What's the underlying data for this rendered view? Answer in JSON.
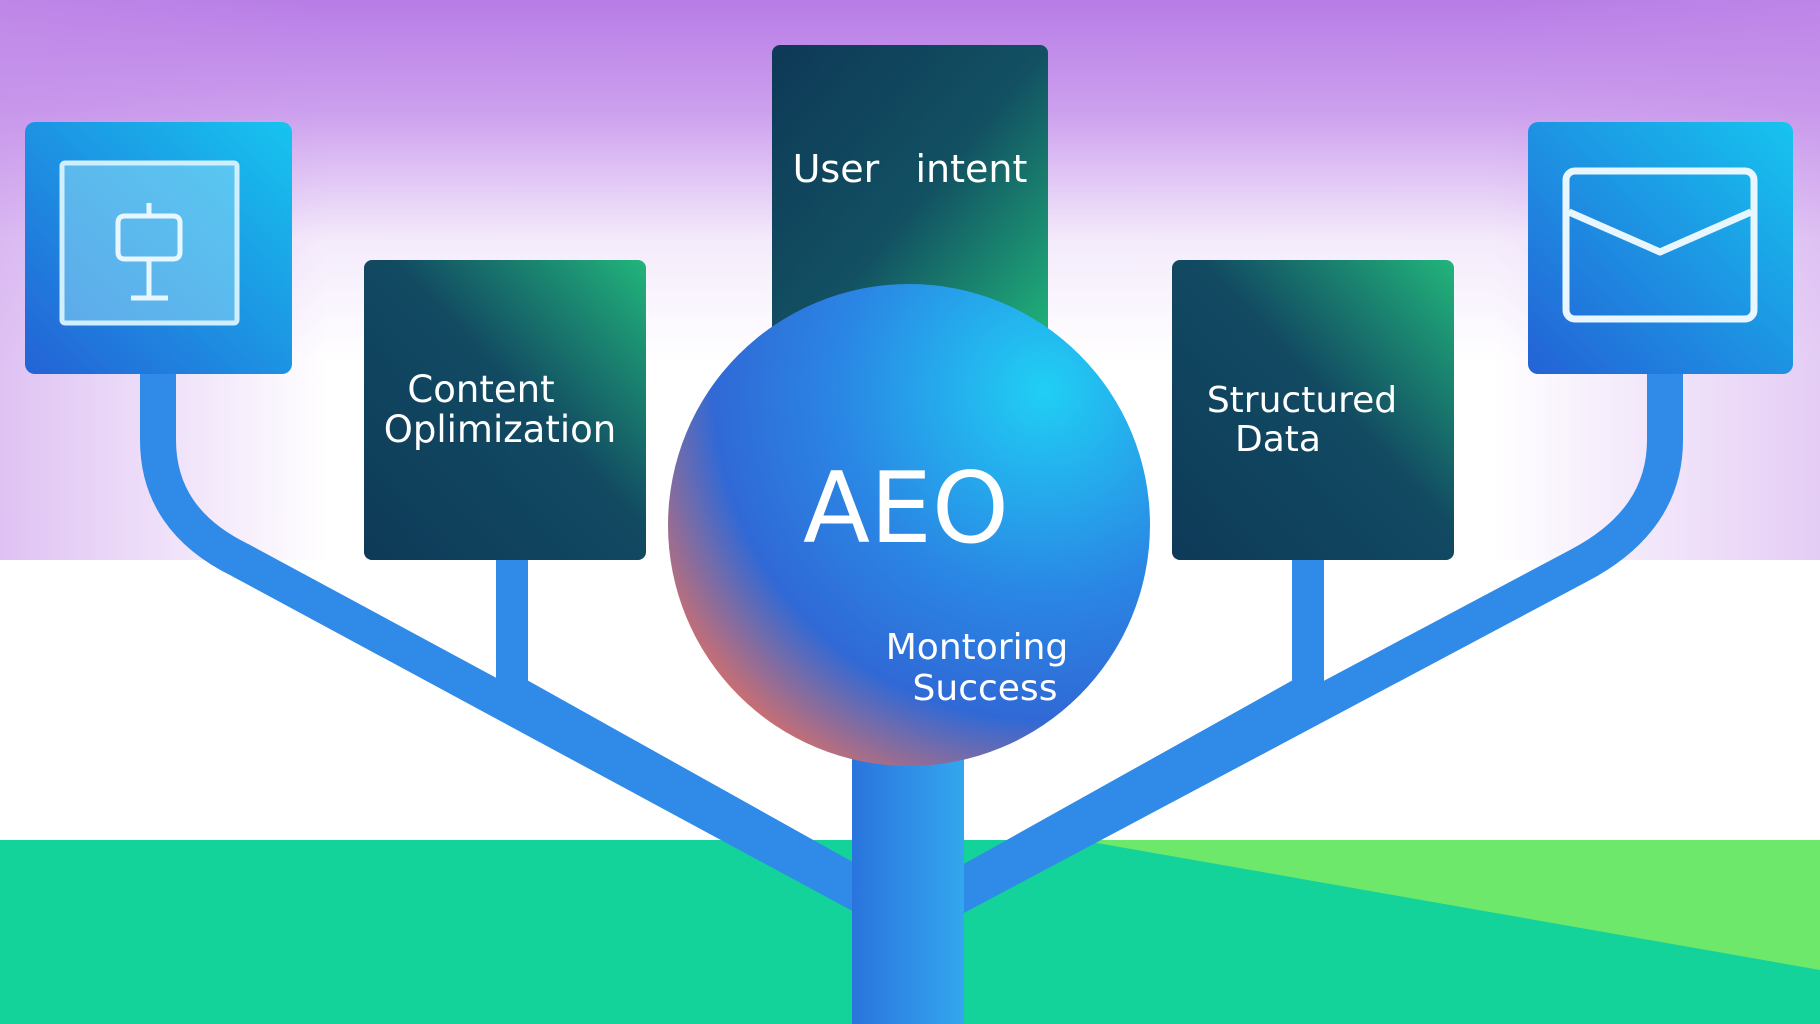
{
  "center": {
    "label": "AEO",
    "sublabel_line1": "Montoring",
    "sublabel_line2": "Success"
  },
  "nodes": {
    "user_intent": "User   intent",
    "content_line1": "Content",
    "content_line2": "Oplimization",
    "structured_line1": "Structured",
    "structured_line2": "Data"
  },
  "icons": {
    "left": "signpost-icon",
    "right": "envelope-icon"
  },
  "colors": {
    "sky_purple": "#b77ce6",
    "ground_green": "#14d39a",
    "ground_light_green": "#6ee86a",
    "branch_blue": "#2f8ae8",
    "node_dark": "#0f3d5c",
    "node_green": "#1fb97a",
    "icon_blue": "#1f7fe0",
    "circle_cyan": "#22c9f2",
    "circle_blue": "#2a78e0",
    "circle_coral": "#f0705a"
  }
}
